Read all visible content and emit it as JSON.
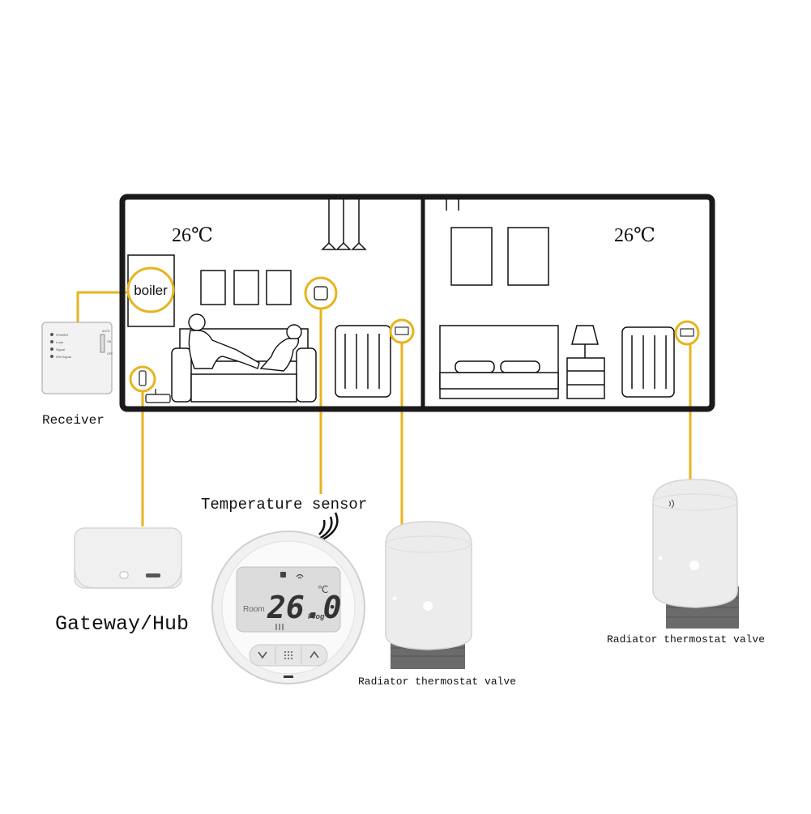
{
  "rooms": {
    "left_temp": "26℃",
    "right_temp": "26℃",
    "boiler_label": "boiler"
  },
  "labels": {
    "receiver": "Receiver",
    "temperature_sensor": "Temperature sensor",
    "gateway": "Gateway/Hub",
    "valve_center": "Radiator thermostat valve",
    "valve_right": "Radiator thermostat valve"
  },
  "receiver_leds": [
    "POWER",
    "Load",
    "Signal",
    "Wifi Signal"
  ],
  "receiver_switch": [
    "AUTO",
    "ON",
    "OFF"
  ],
  "thermostat": {
    "room_label": "Room",
    "reading": "26.0",
    "unit": "℃",
    "prog_label": "Prog"
  },
  "colors": {
    "accent": "#E8B31E",
    "wall": "#1a1a1a",
    "device": "#EDEDED"
  }
}
